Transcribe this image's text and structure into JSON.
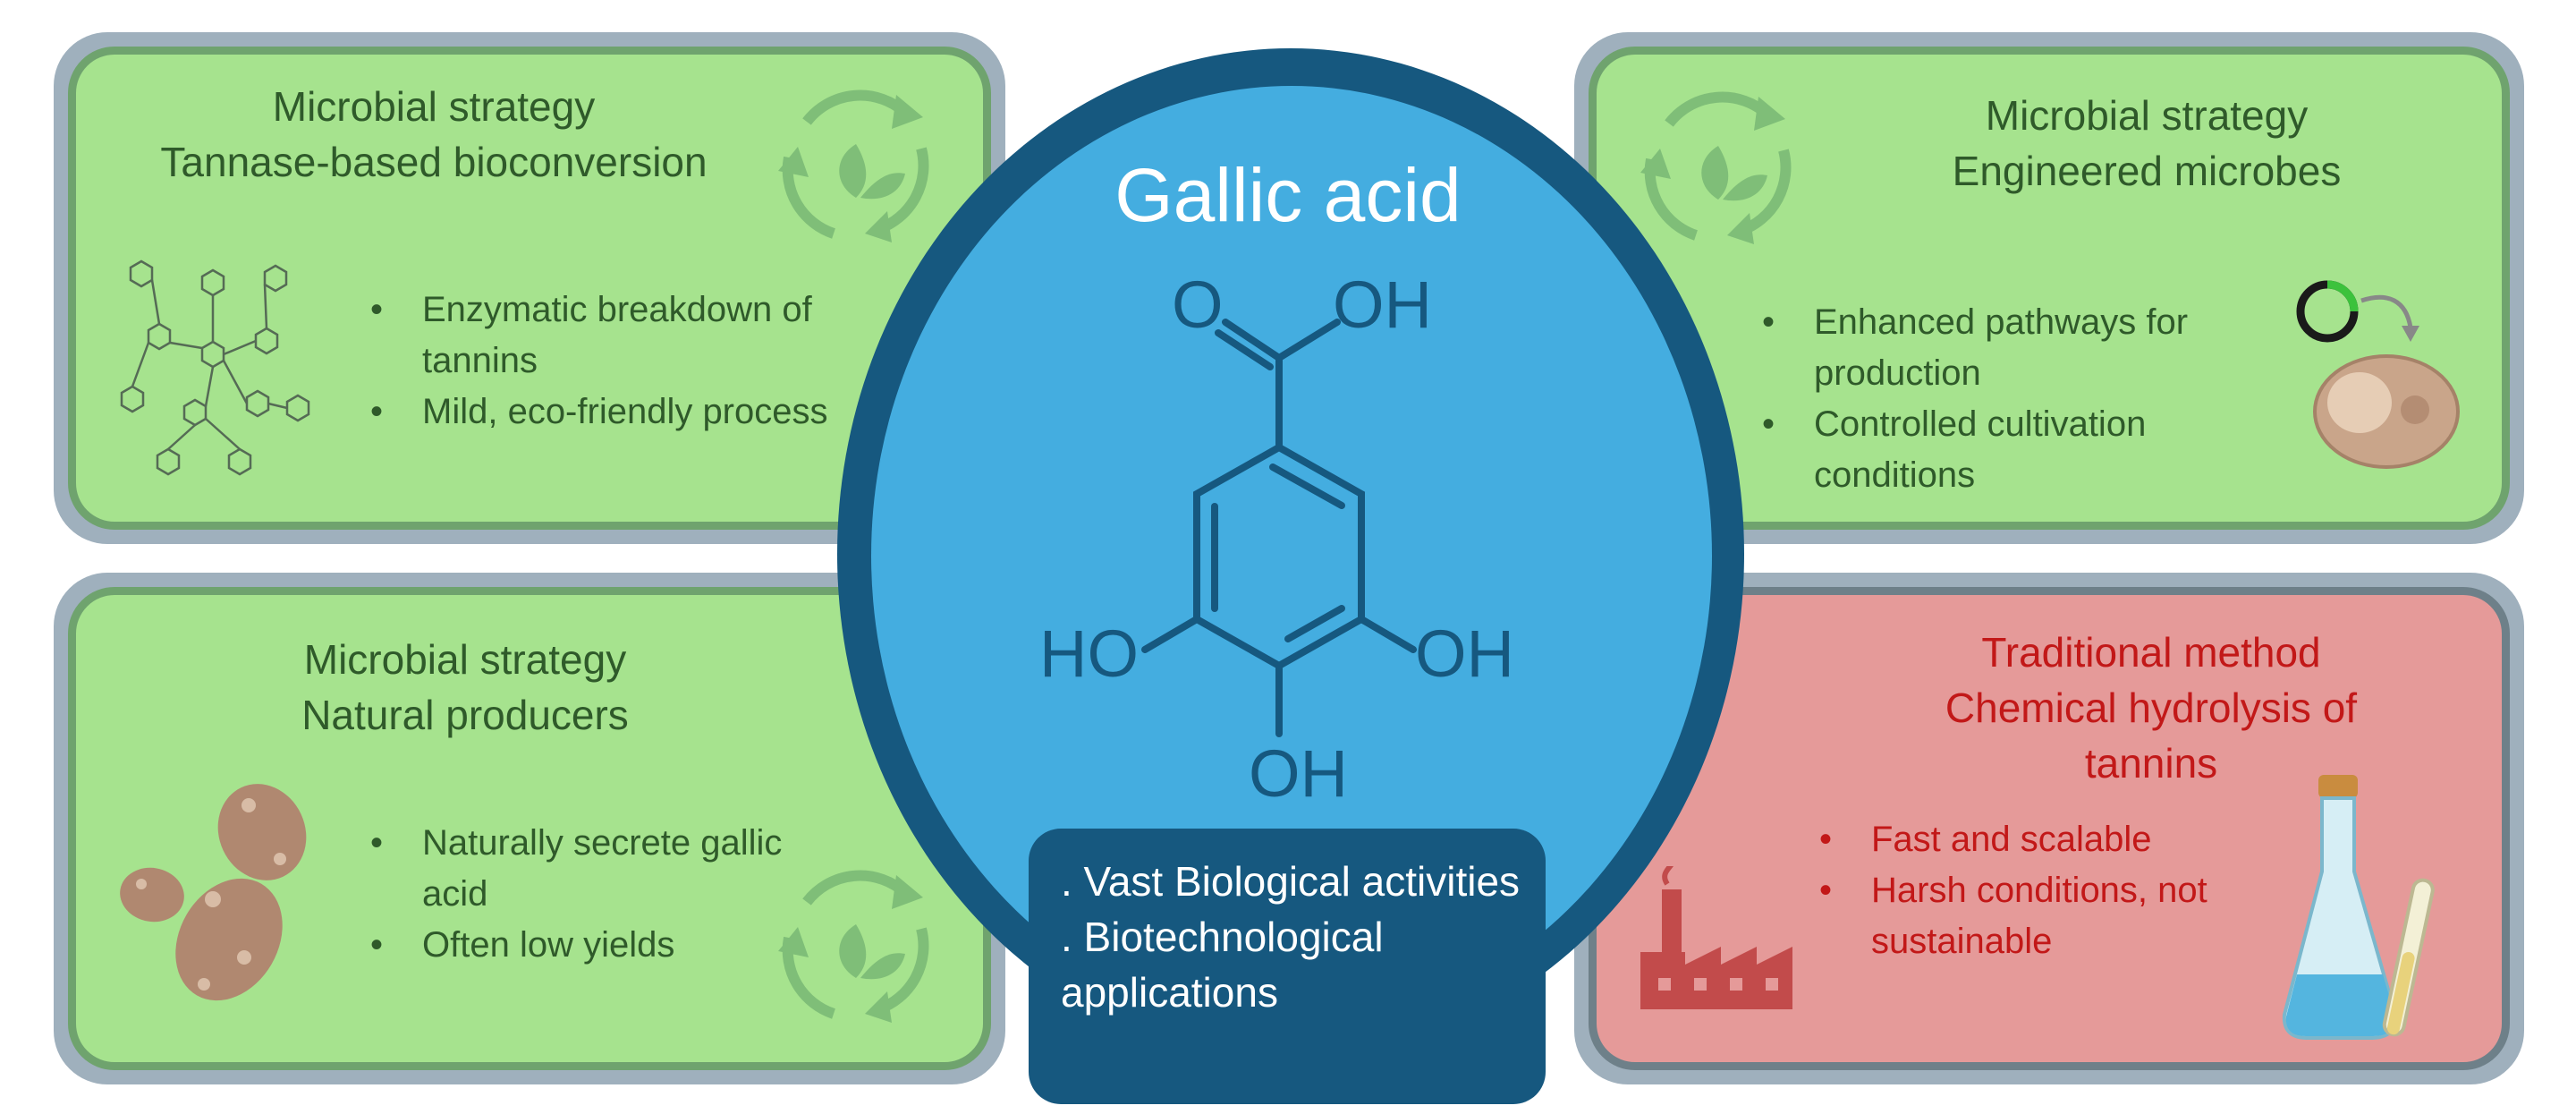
{
  "center": {
    "title": "Gallic acid",
    "formula_labels": {
      "o": "O",
      "oh_top": "OH",
      "ho_left": "HO",
      "oh_right": "OH",
      "oh_bottom": "OH"
    },
    "applications": [
      ". Vast Biological activities",
      ". Biotechnological applications"
    ]
  },
  "panels": {
    "top_left": {
      "title_line1": "Microbial strategy",
      "title_line2": "Tannase-based bioconversion",
      "bullets": [
        "Enzymatic breakdown of tannins",
        "Mild, eco-friendly process"
      ],
      "icon": "recycle-leaf-icon"
    },
    "top_right": {
      "title_line1": "Microbial strategy",
      "title_line2": "Engineered microbes",
      "bullets": [
        "Enhanced pathways for production",
        "Controlled cultivation conditions"
      ],
      "icon": "plasmid-cell-icon"
    },
    "bottom_left": {
      "title_line1": "Microbial strategy",
      "title_line2": "Natural producers",
      "bullets": [
        "Naturally secrete gallic acid",
        "Often low yields"
      ],
      "icon": "microbes-icon"
    },
    "bottom_right": {
      "title_line1": "Traditional method",
      "title_line2": "Chemical hydrolysis of",
      "title_line3": "tannins",
      "bullets": [
        "Fast and scalable",
        "Harsh conditions, not sustainable"
      ],
      "icon": "factory-icon"
    }
  },
  "colors": {
    "panel_green": "#a6e38e",
    "panel_red": "#e59a99",
    "center_light": "#44ade0",
    "center_dark": "#16587f",
    "text_green": "#2f5a2a",
    "text_red": "#c21818"
  }
}
